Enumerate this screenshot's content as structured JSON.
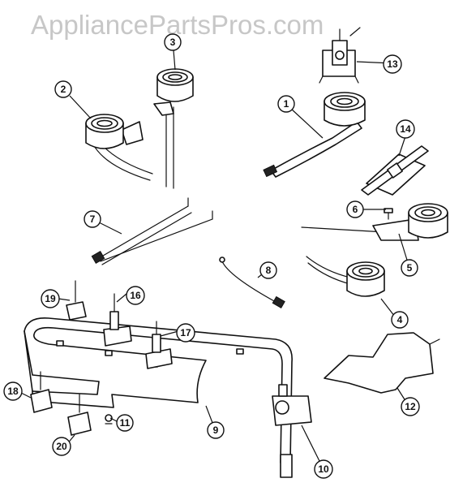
{
  "watermark": "AppliancePartsPros.com",
  "callouts": [
    {
      "id": "1",
      "label": "1"
    },
    {
      "id": "2",
      "label": "2"
    },
    {
      "id": "3",
      "label": "3"
    },
    {
      "id": "4",
      "label": "4"
    },
    {
      "id": "5",
      "label": "5"
    },
    {
      "id": "6",
      "label": "6"
    },
    {
      "id": "7",
      "label": "7"
    },
    {
      "id": "8",
      "label": "8"
    },
    {
      "id": "9",
      "label": "9"
    },
    {
      "id": "10",
      "label": "10"
    },
    {
      "id": "11",
      "label": "11"
    },
    {
      "id": "12",
      "label": "12"
    },
    {
      "id": "13",
      "label": "13"
    },
    {
      "id": "14",
      "label": "14"
    },
    {
      "id": "16",
      "label": "16"
    },
    {
      "id": "17",
      "label": "17"
    },
    {
      "id": "18",
      "label": "18"
    },
    {
      "id": "19",
      "label": "19"
    },
    {
      "id": "20",
      "label": "20"
    }
  ],
  "colors": {
    "ink": "#111111",
    "watermark": "#c7c7c7",
    "background": "#ffffff"
  }
}
